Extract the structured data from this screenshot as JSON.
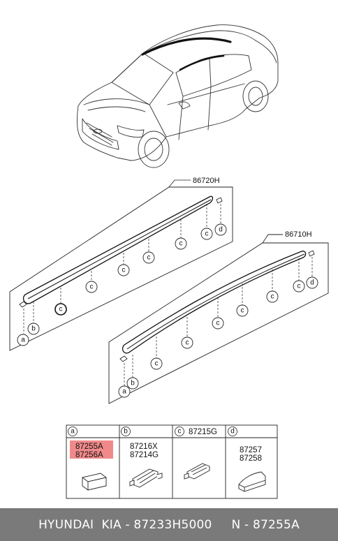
{
  "assemblies": [
    {
      "part_number": "86720H"
    },
    {
      "part_number": "86710H"
    }
  ],
  "callouts": {
    "a": "a",
    "b": "b",
    "c": "c",
    "d": "d"
  },
  "legend": [
    {
      "letter": "a",
      "part_numbers": [
        "87255A",
        "87256A"
      ],
      "highlighted": true
    },
    {
      "letter": "b",
      "part_numbers": [
        "87216X",
        "87214G"
      ],
      "highlighted": false
    },
    {
      "letter": "c",
      "part_numbers": [
        "87215G"
      ],
      "highlighted": false
    },
    {
      "letter": "d",
      "part_numbers": [
        "87257",
        "87258"
      ],
      "highlighted": false
    }
  ],
  "footer": {
    "text": "HYUNDAI  KIA - 87233H5000     N - 87255A"
  },
  "colors": {
    "highlight": "#f08a8a",
    "footer_bg": "#7a7a7a",
    "line": "#222222"
  }
}
